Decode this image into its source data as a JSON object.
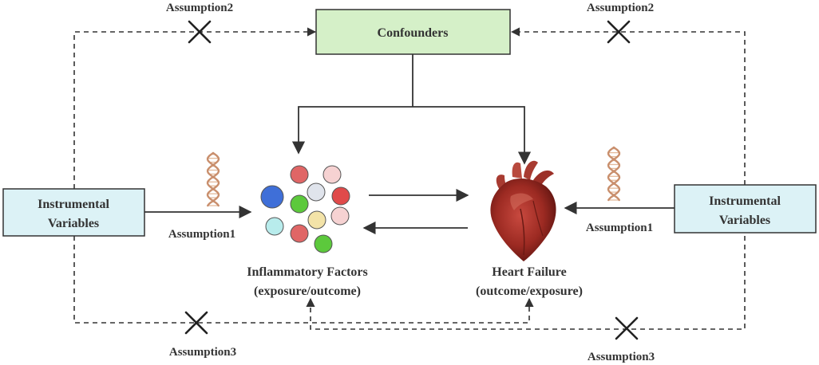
{
  "confounders": {
    "label": "Confounders",
    "fill": "#d5f0c8"
  },
  "iv_left": {
    "line1": "Instrumental",
    "line2": "Variables",
    "fill": "#dcf2f6"
  },
  "iv_right": {
    "line1": "Instrumental",
    "line2": "Variables",
    "fill": "#dcf2f6"
  },
  "exposure": {
    "title": "Inflammatory Factors",
    "subtitle": "(exposure/outcome)"
  },
  "outcome": {
    "title": "Heart Failure",
    "subtitle": "(outcome/exposure)"
  },
  "assumptions": {
    "a2_left": "Assumption2",
    "a2_right": "Assumption2",
    "a1_left": "Assumption1",
    "a1_right": "Assumption1",
    "a3_left": "Assumption3",
    "a3_right": "Assumption3"
  },
  "icons": {
    "dna_left": "dna-icon",
    "dna_right": "dna-icon",
    "heart": "heart-icon",
    "cross": "cross-mark-icon"
  },
  "colors": {
    "line": "#333333",
    "dna_strand": "#c98f6d",
    "dna_rung": "#e3b99a",
    "heart_body": "#9c2a22",
    "heart_vessel": "#b84a3e"
  },
  "molecule_colors": [
    "#e06666",
    "#f6d2d2",
    "#3f6fd8",
    "#5cc93c",
    "#e0e4ec",
    "#e04a4a",
    "#b8ecec",
    "#f3e3a8",
    "#f6d2d2",
    "#e06666",
    "#5cc93c"
  ]
}
